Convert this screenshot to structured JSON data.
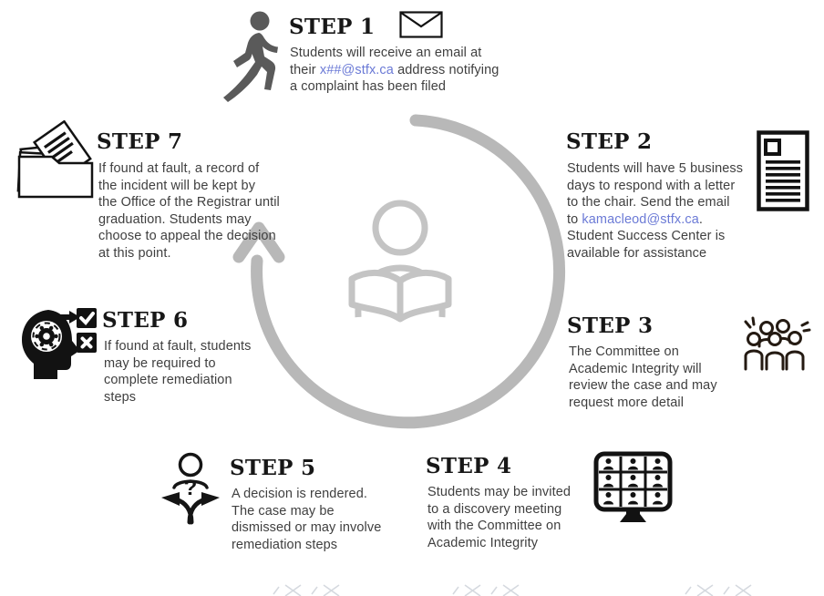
{
  "diagram_title": "",
  "colors": {
    "heading": "#171717",
    "body_text": "#3f3f3f",
    "link": "#6b7ad6",
    "icon_black": "#121212",
    "runner_gray": "#5a5a5a",
    "circle_arrow_gray": "#b8b8b8",
    "center_person_gray": "#c4c4c4"
  },
  "center": {
    "arrow_icon": "circular-arrow",
    "person_icon": "person-reading-book"
  },
  "steps": [
    {
      "title": "STEP 1",
      "icon": "running-person-icon",
      "icon2": "envelope-icon",
      "body_before": "Students will receive an email at\ntheir ",
      "link_text": "x##@stfx.ca",
      "body_after": " address notifying\na complaint has been filed"
    },
    {
      "title": "STEP 2",
      "icon": "letter-document-icon",
      "body_before": "Students will have 5 business\ndays to respond with a letter\nto the chair.  Send the email\nto ",
      "link_text": "kamacleod@stfx.ca",
      "body_after": ".\nStudent Success Center is\navailable for assistance"
    },
    {
      "title": "STEP 3",
      "icon": "group-people-icon",
      "body_before": "The Committee on\nAcademic Integrity will\nreview the case and may\nrequest more detail",
      "link_text": "",
      "body_after": ""
    },
    {
      "title": "STEP 4",
      "icon": "video-meeting-monitor-icon",
      "body_before": "Students may be invited\nto a discovery meeting\nwith the Committee on\nAcademic Integrity",
      "link_text": "",
      "body_after": ""
    },
    {
      "title": "STEP 5",
      "icon": "decision-person-icon",
      "icon_glyph": "?",
      "body_before": "A decision is rendered.\nThe case may be\ndismissed or may involve\nremediation steps",
      "link_text": "",
      "body_after": ""
    },
    {
      "title": "STEP 6",
      "icon": "head-gear-checklist-icon",
      "body_before": "If found at fault, students\nmay be required to\ncomplete remediation\nsteps",
      "link_text": "",
      "body_after": ""
    },
    {
      "title": "STEP 7",
      "icon": "folder-documents-icon",
      "body_before": "If found at fault, a record of\nthe incident will be kept by\nthe Office of the Registrar until\ngraduation.  Students may\nchoose to appeal the decision\nat this point.",
      "link_text": "",
      "body_after": ""
    }
  ]
}
